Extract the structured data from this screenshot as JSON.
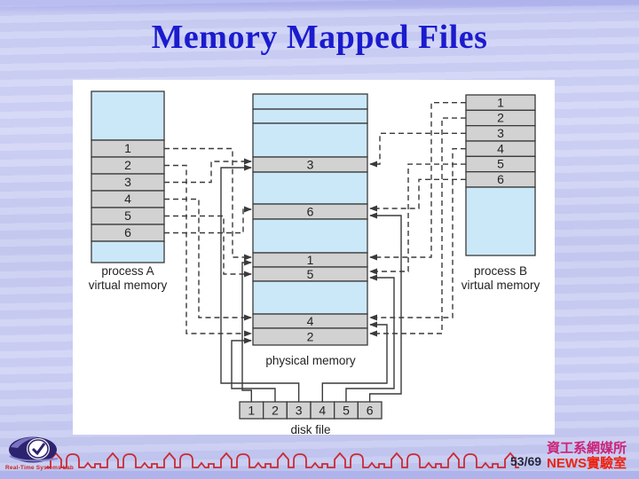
{
  "slide": {
    "title": "Memory Mapped Files",
    "page_number": "53/69",
    "affiliation_line1": "資工系網媒所",
    "affiliation_line2": "NEWS實驗室",
    "logo_caption": "Real-Time Systems Lab",
    "colors": {
      "title": "#1b1bce",
      "affil1": "#cc2277",
      "affil2": "#ee2211",
      "skyline": "#c92a35"
    }
  },
  "diagram": {
    "process_a": {
      "label": [
        "process A",
        "virtual memory"
      ],
      "pages": [
        "1",
        "2",
        "3",
        "4",
        "5",
        "6"
      ]
    },
    "process_b": {
      "label": [
        "process B",
        "virtual memory"
      ],
      "pages": [
        "1",
        "2",
        "3",
        "4",
        "5",
        "6"
      ]
    },
    "physical_memory": {
      "label": "physical memory",
      "frame_order_top_to_bottom": [
        "3",
        "6",
        "1",
        "5",
        "4",
        "2"
      ]
    },
    "disk_file": {
      "label": "disk file",
      "blocks": [
        "1",
        "2",
        "3",
        "4",
        "5",
        "6"
      ]
    },
    "mappings": {
      "process_a_to_physical": "dashed",
      "process_b_to_physical": "dashed",
      "disk_to_physical": "solid"
    },
    "colors": {
      "page_fill": "#d2d2d2",
      "memory_fill": "#cbe8f8",
      "stroke": "#3a3a3a"
    }
  }
}
